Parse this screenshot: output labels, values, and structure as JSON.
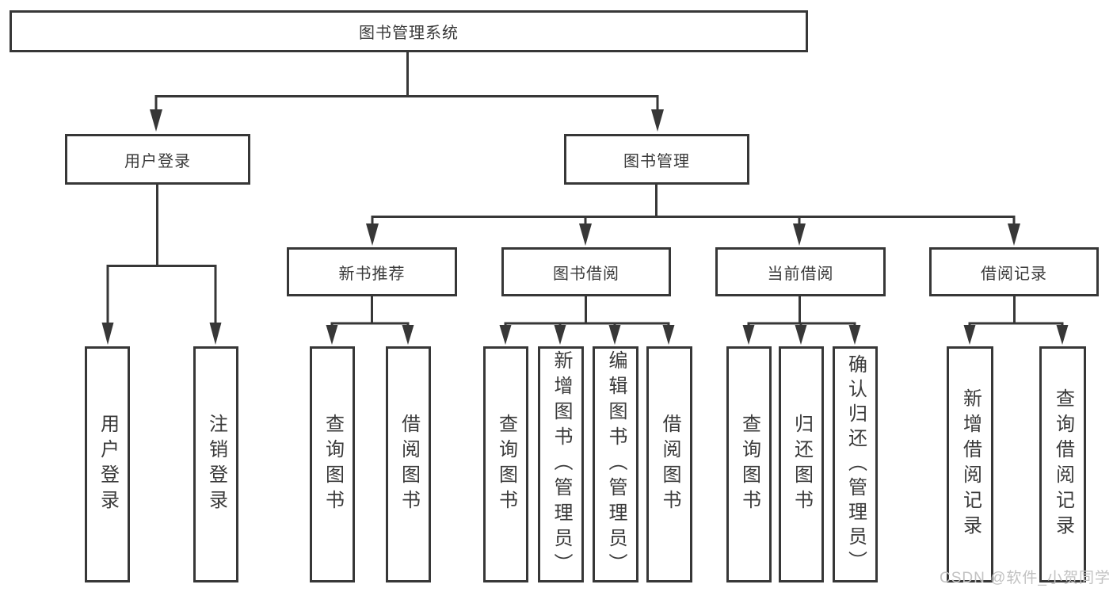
{
  "diagram": {
    "title": "图书管理系统",
    "root": {
      "label": "图书管理系统"
    },
    "branches": [
      {
        "label": "用户登录",
        "children": [
          {
            "label": "用户登录"
          },
          {
            "label": "注销登录"
          }
        ]
      },
      {
        "label": "图书管理",
        "children": [
          {
            "label": "新书推荐",
            "children": [
              {
                "label": "查询图书"
              },
              {
                "label": "借阅图书"
              }
            ]
          },
          {
            "label": "图书借阅",
            "children": [
              {
                "label": "查询图书"
              },
              {
                "label": "新增图书（管理员）"
              },
              {
                "label": "编辑图书（管理员）"
              },
              {
                "label": "借阅图书"
              }
            ]
          },
          {
            "label": "当前借阅",
            "children": [
              {
                "label": "查询图书"
              },
              {
                "label": "归还图书"
              },
              {
                "label": "确认归还（管理员）"
              }
            ]
          },
          {
            "label": "借阅记录",
            "children": [
              {
                "label": "新增借阅记录"
              },
              {
                "label": "查询借阅记录"
              }
            ]
          }
        ]
      }
    ]
  },
  "watermark": {
    "text": "CSDN @软件_小贺同学"
  },
  "colors": {
    "stroke": "#373737",
    "text": "#3a3a3a",
    "watermark": "#c2c2c2",
    "background": "#ffffff"
  }
}
